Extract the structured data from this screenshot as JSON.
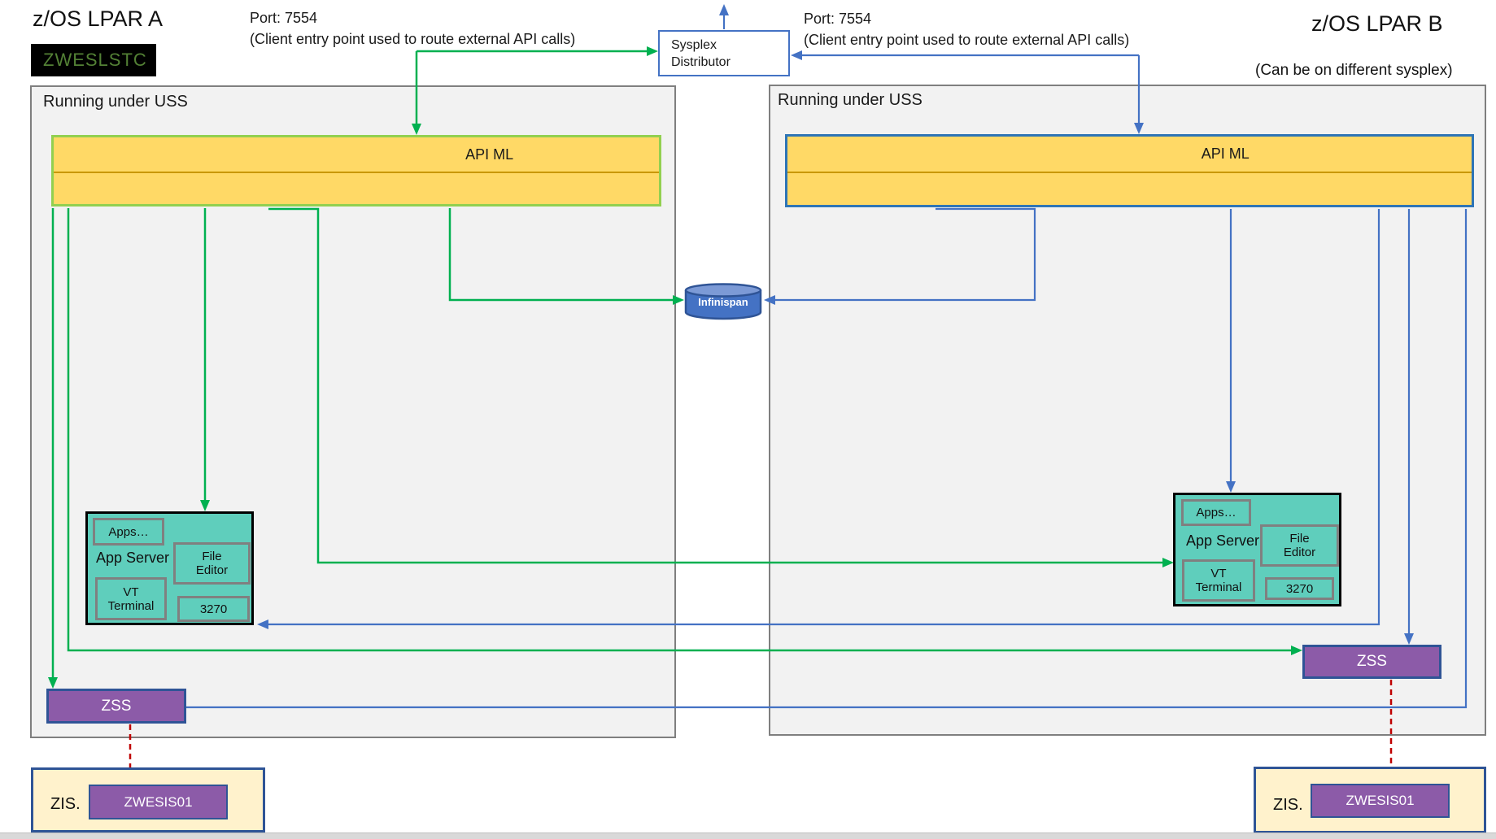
{
  "lpar_a": {
    "title": "z/OS LPAR A",
    "badge": "ZWESLSTC",
    "port_label": "Port: 7554",
    "port_note": "(Client entry point used to route external API calls)",
    "uss_label": "Running under USS",
    "apiml_label": "API ML",
    "app_server": {
      "title": "App Server",
      "apps": "Apps…",
      "file_editor": "File\nEditor",
      "vt_terminal": "VT\nTerminal",
      "t3270": "3270"
    },
    "zss_label": "ZSS",
    "zis_label": "ZIS.",
    "zwesis_label": "ZWESIS01"
  },
  "lpar_b": {
    "title": "z/OS LPAR B",
    "subtitle": "(Can be on different sysplex)",
    "port_label": "Port: 7554",
    "port_note": "(Client entry point used to route external API calls)",
    "uss_label": "Running under USS",
    "apiml_label": "API ML",
    "app_server": {
      "title": "App Server",
      "apps": "Apps…",
      "file_editor": "File\nEditor",
      "vt_terminal": "VT\nTerminal",
      "t3270": "3270"
    },
    "zss_label": "ZSS",
    "zis_label": "ZIS.",
    "zwesis_label": "ZWESIS01"
  },
  "center": {
    "sysplex_distributor": "Sysplex\nDistributor",
    "infinispan": "Infinispan"
  },
  "colors": {
    "green_connector": "#00B050",
    "blue_connector": "#4472C4",
    "red_connector": "#C00000",
    "apiml_fill": "#FFD966",
    "apiml_border_left": "#92D050",
    "apiml_border_right": "#2E75B6",
    "apiml_divider": "#C99700",
    "uss_fill": "#F2F2F2",
    "uss_border": "#7F7F7F",
    "appserver_fill": "#5FCEBC",
    "purple_fill": "#8C5BA8",
    "zis_fill": "#FFF2CC",
    "box_border_blue": "#2F5496",
    "zweslstc_bg": "#000000",
    "zweslstc_text": "#538135"
  }
}
